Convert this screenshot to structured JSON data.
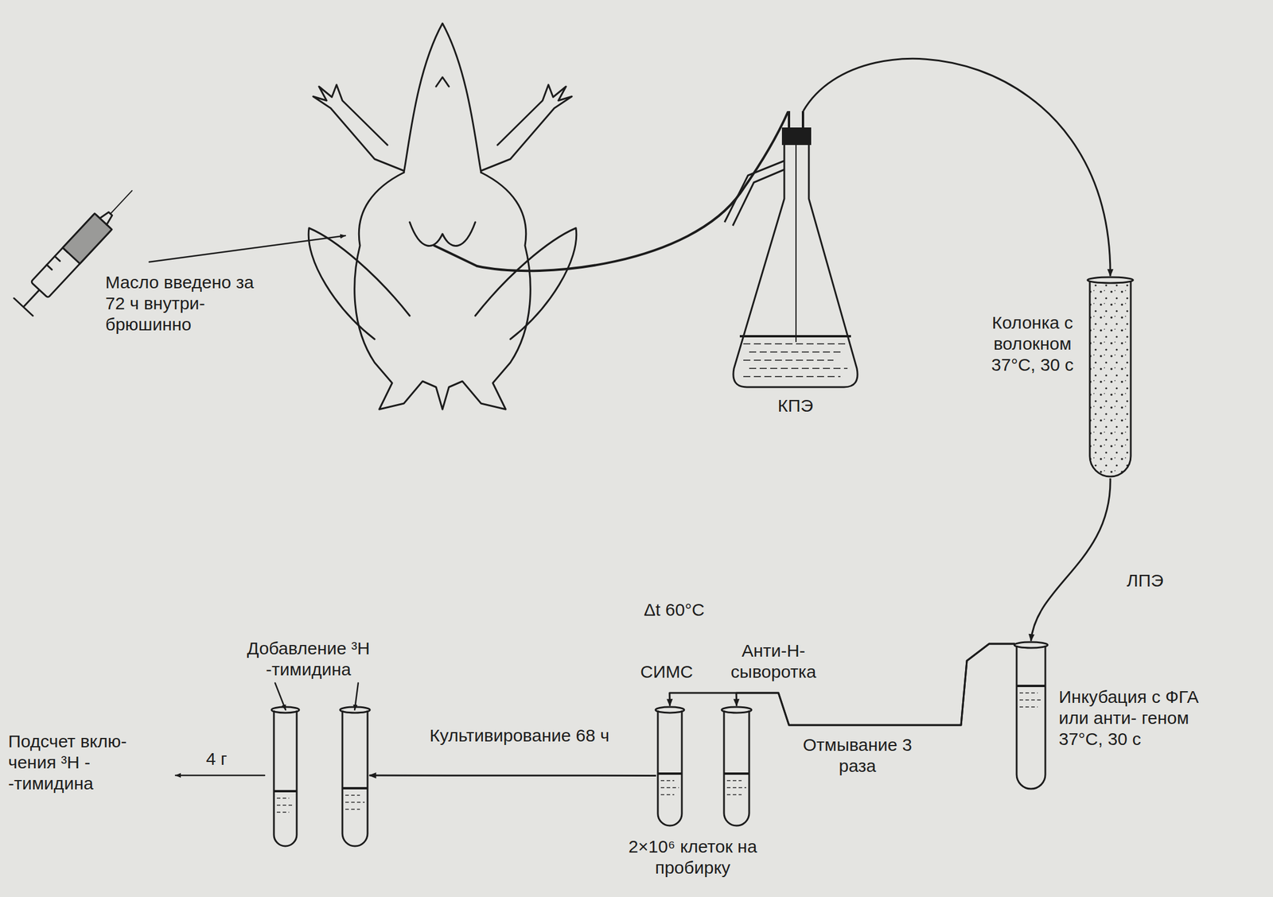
{
  "diagram": {
    "nodes": [
      {
        "text": [
          "КПЭ"
        ]
      },
      {
        "text": [
          "Колонка с волокном 37°С, 30 с"
        ]
      },
      {
        "text": [
          "Инкубация с ФГА или анти- геном 37°С, 30 с"
        ]
      },
      {
        "text": [
          "СИМС"
        ]
      },
      {
        "text": [
          "Анти-Н- сыворотка"
        ]
      },
      {
        "text": [
          "Добавление ³H -тимидина"
        ]
      }
    ],
    "edges": [
      {
        "from": 0,
        "to": 1,
        "arrow": "to"
      },
      {
        "from": 1,
        "to": 2,
        "label": "ЛПЭ",
        "arrow": "to"
      },
      {
        "from": 2,
        "to": 3,
        "label": "Отмывание 3 раза",
        "arrow": "to"
      },
      {
        "from": 2,
        "to": 4,
        "arrow": "to"
      },
      {
        "from": 3,
        "to": 5,
        "label": "Культивирование 68 ч",
        "arrow": "to"
      }
    ],
    "labels": [
      "Масло введено за 72 ч внутри- брюшинно",
      "Δt 60°С",
      "2×10⁶ клеток на пробирку",
      "4 г",
      "Подсчет вклю- чения ³H - -тимидина"
    ]
  }
}
